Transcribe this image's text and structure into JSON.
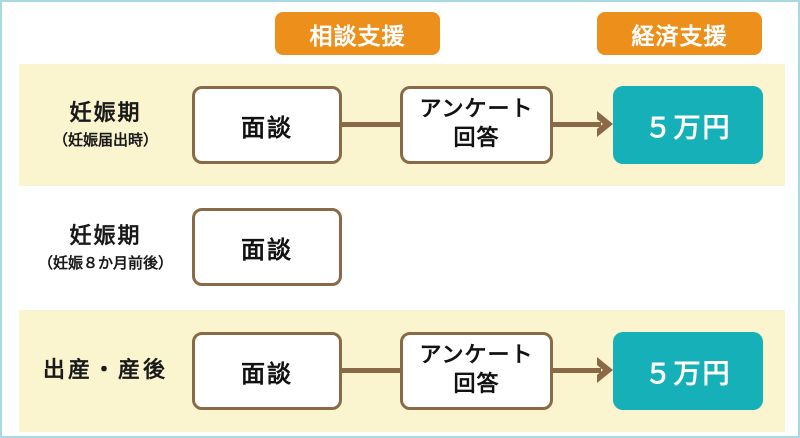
{
  "diagram": {
    "title_badges": [
      {
        "id": "consult",
        "label": "相談支援"
      },
      {
        "id": "economic",
        "label": "経済支援"
      }
    ],
    "colors": {
      "badge_orange": "#ed8f1b",
      "band_cream": "#faf5cf",
      "node_border_brown": "#8a6a46",
      "money_teal": "#16b1b8",
      "frame_blue": "#a8d8e0",
      "node_white": "#ffffff",
      "text_dark": "#121212"
    },
    "rows": [
      {
        "id": "row-1",
        "banded": true,
        "stage_main": "妊娠期",
        "stage_sub": "（妊娠届出時）",
        "interview": "面談",
        "survey": "アンケート\n回答",
        "survey_line1": "アンケート",
        "survey_line2": "回答",
        "money": "５万円",
        "has_connector_1": true,
        "has_arrow": true,
        "has_money": true
      },
      {
        "id": "row-2",
        "banded": false,
        "stage_main": "妊娠期",
        "stage_sub": "（妊娠８か月前後）",
        "interview": "面談",
        "survey_line1": "",
        "survey_line2": "",
        "money": "",
        "has_connector_1": false,
        "has_arrow": false,
        "has_money": false
      },
      {
        "id": "row-3",
        "banded": true,
        "stage_main": "出産・産後",
        "stage_sub": "",
        "interview": "面談",
        "survey_line1": "アンケート",
        "survey_line2": "回答",
        "money": "５万円",
        "has_connector_1": true,
        "has_arrow": true,
        "has_money": true
      }
    ]
  }
}
